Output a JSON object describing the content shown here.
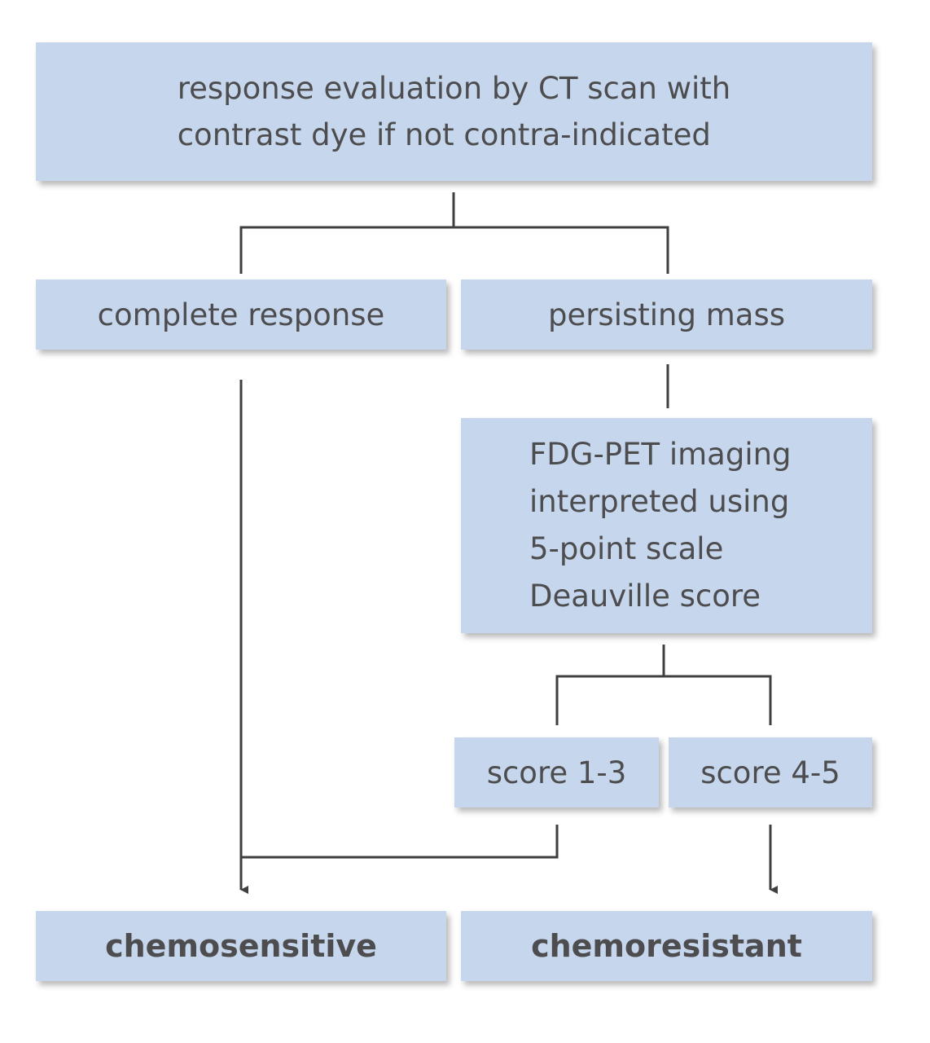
{
  "nodes": {
    "evaluation": {
      "lines": [
        "response evaluation by CT scan with",
        "contrast dye if not contra-indicated"
      ]
    },
    "complete_response": {
      "label": "complete response"
    },
    "persisting_mass": {
      "label": "persisting mass"
    },
    "fdg_pet": {
      "lines": [
        "FDG-PET imaging",
        "interpreted using",
        "5-point scale",
        "Deauville score"
      ]
    },
    "score_1_3": {
      "label": "score 1-3"
    },
    "score_4_5": {
      "label": "score 4-5"
    },
    "chemosensitive": {
      "label": "chemosensitive"
    },
    "chemoresistant": {
      "label": "chemoresistant"
    }
  },
  "colors": {
    "box_fill": "#c6d6ec",
    "text": "#4d4d4f",
    "connector": "#3f3f41"
  }
}
